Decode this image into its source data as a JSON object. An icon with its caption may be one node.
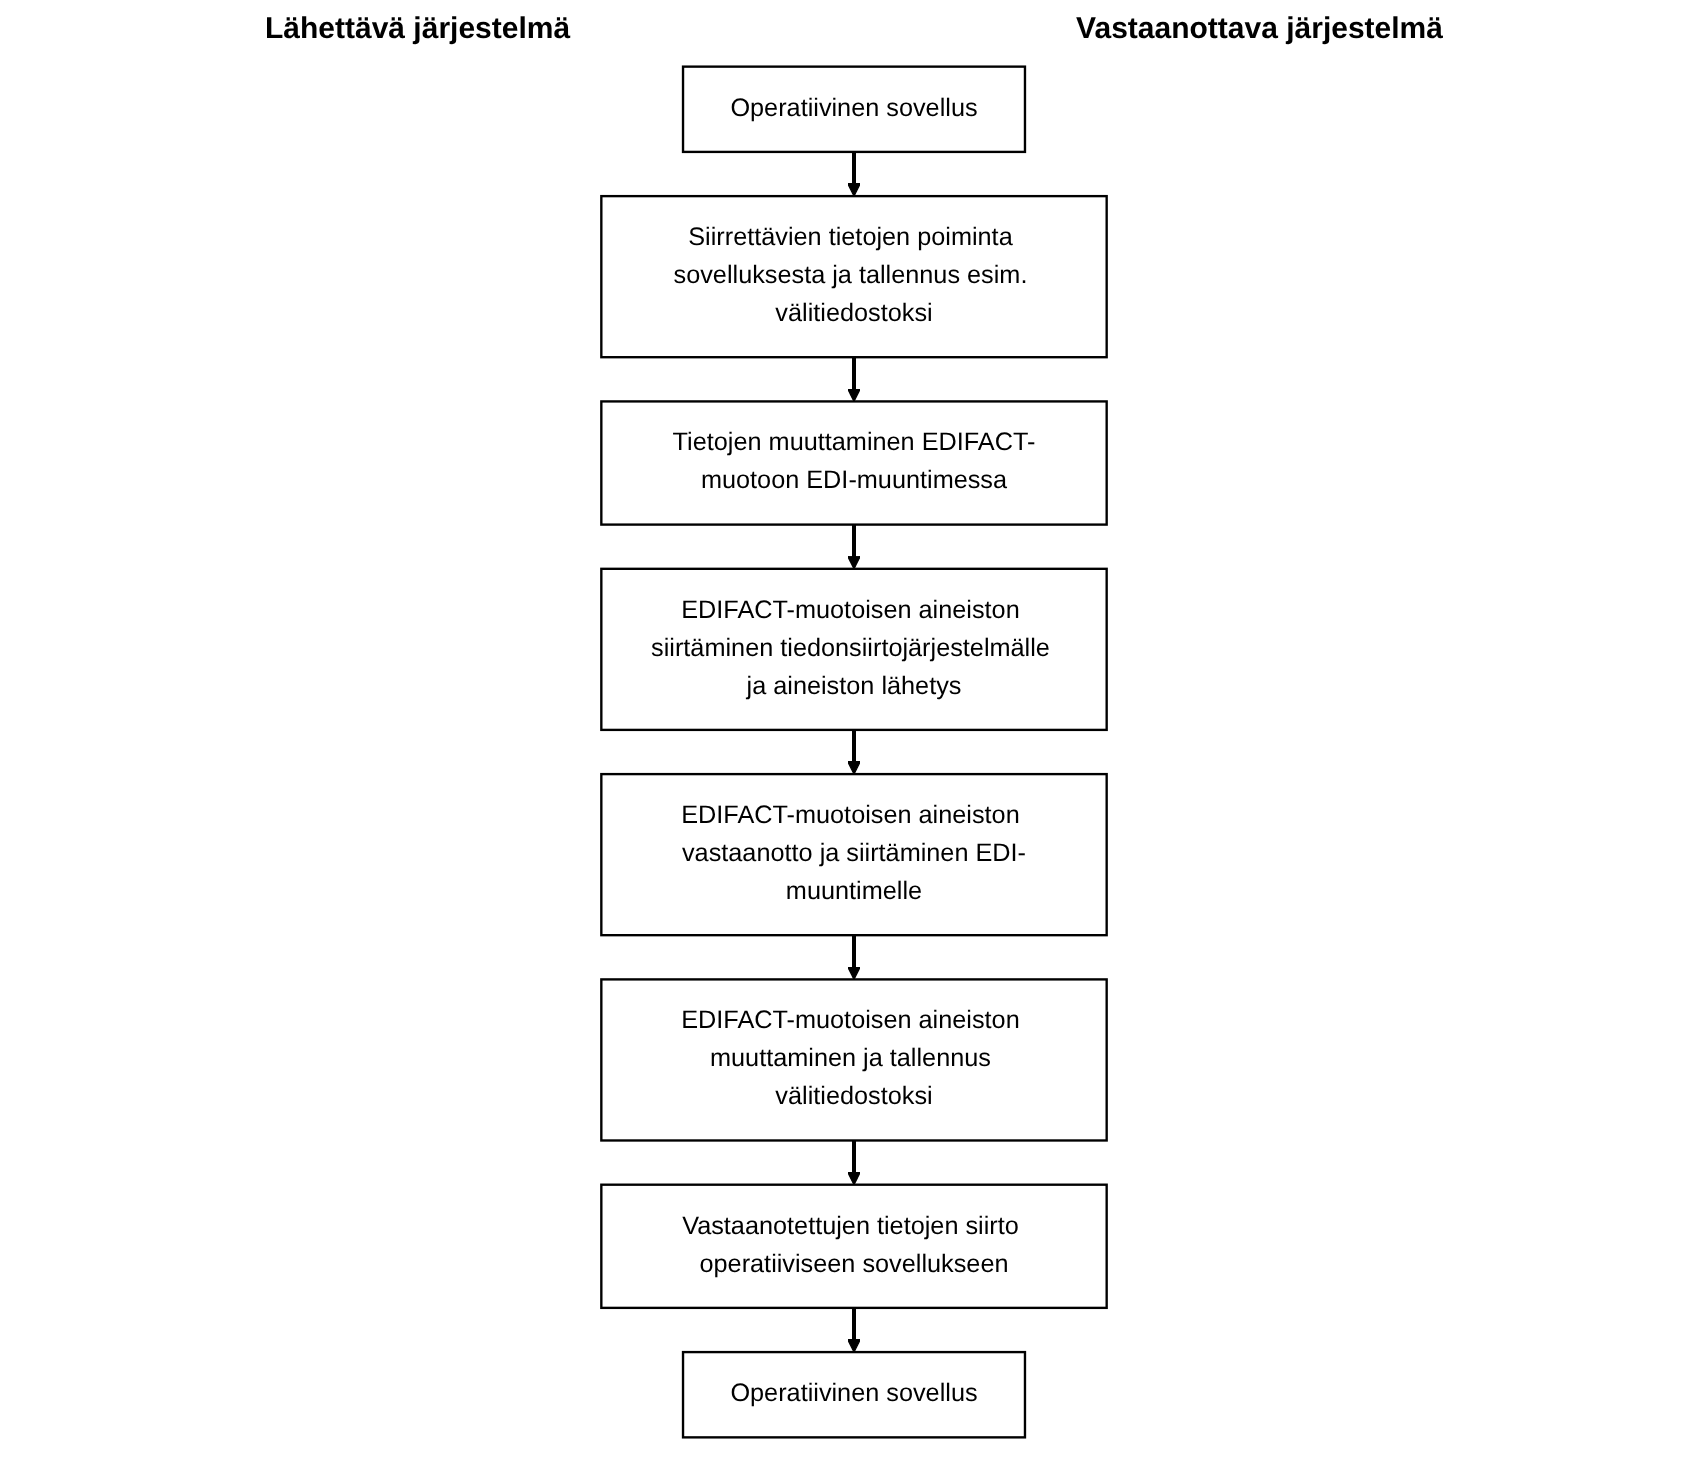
{
  "diagram": {
    "nodes": [
      {
        "text": [
          "Operatiivinen sovellus"
        ]
      },
      {
        "text": [
          "Siirrettävien tietojen poiminta sovelluksesta ja tallennus esim. välitiedostoksi"
        ]
      },
      {
        "text": [
          "Tietojen muuttaminen EDIFACT-muotoon EDI-muuntimessa"
        ]
      },
      {
        "text": [
          "EDIFACT-muotoisen aineiston siirtäminen tiedonsiirtojärjestelmälle ja aineiston lähetys"
        ]
      },
      {
        "text": [
          "Operatiivinen sovellus"
        ]
      },
      {
        "text": [
          "Vastaanotettujen tietojen siirto operatiiviseen sovellukseen"
        ]
      },
      {
        "text": [
          "EDIFACT-muotoisen aineiston muuttaminen ja tallennus välitiedostoksi"
        ]
      },
      {
        "text": [
          "EDIFACT-muotoisen aineiston vastaanotto ja siirtäminen EDI-muuntimelle"
        ]
      }
    ],
    "edges": [
      {
        "from": 0,
        "to": 1,
        "arrow": "to"
      },
      {
        "from": 1,
        "to": 2,
        "arrow": "to"
      },
      {
        "from": 2,
        "to": 3,
        "arrow": "to"
      },
      {
        "from": 3,
        "to": 7,
        "arrow": "to"
      },
      {
        "from": 7,
        "to": 6,
        "arrow": "to"
      },
      {
        "from": 6,
        "to": 5,
        "arrow": "to"
      },
      {
        "from": 5,
        "to": 4,
        "arrow": "to"
      }
    ],
    "labels": [
      "Lähettävä järjestelmä",
      "Vastaanottava järjestelmä"
    ]
  }
}
